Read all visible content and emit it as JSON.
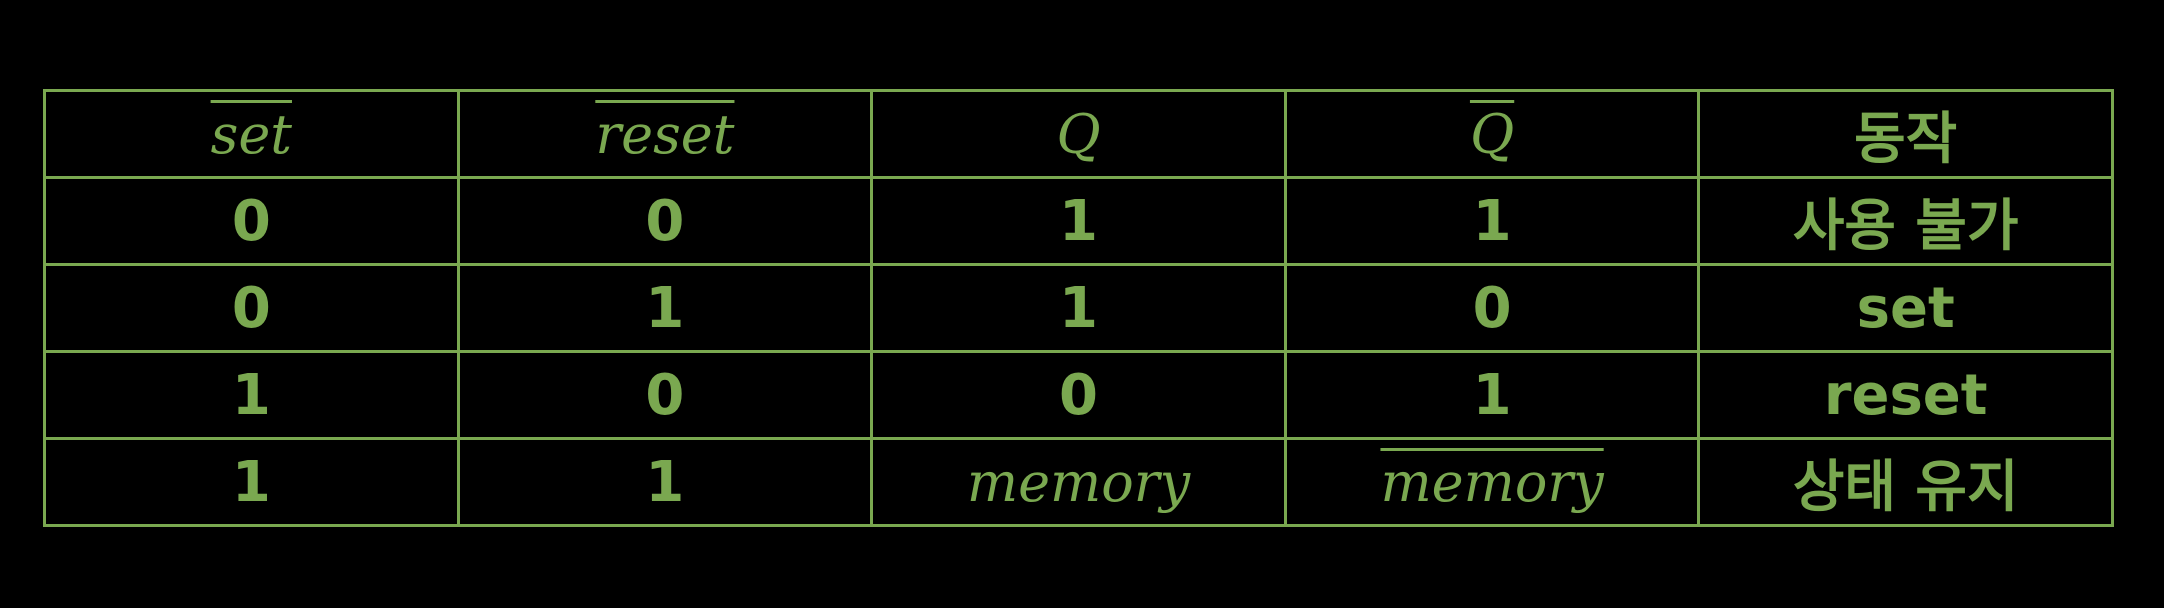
{
  "table": {
    "headers": [
      {
        "text": "set",
        "math": true,
        "overline": true
      },
      {
        "text": "reset",
        "math": true,
        "overline": true
      },
      {
        "text": "Q",
        "math": true,
        "overline": false
      },
      {
        "text": "Q",
        "math": true,
        "overline": true
      },
      {
        "text": "동작",
        "math": false,
        "overline": false
      }
    ],
    "rows": [
      [
        {
          "text": "0"
        },
        {
          "text": "0"
        },
        {
          "text": "1"
        },
        {
          "text": "1"
        },
        {
          "text": "사용 불가"
        }
      ],
      [
        {
          "text": "0"
        },
        {
          "text": "1"
        },
        {
          "text": "1"
        },
        {
          "text": "0"
        },
        {
          "text": "set"
        }
      ],
      [
        {
          "text": "1"
        },
        {
          "text": "0"
        },
        {
          "text": "0"
        },
        {
          "text": "1"
        },
        {
          "text": "reset"
        }
      ],
      [
        {
          "text": "1"
        },
        {
          "text": "1"
        },
        {
          "text": "memory",
          "math": true,
          "overline": false
        },
        {
          "text": "memory",
          "math": true,
          "overline": true
        },
        {
          "text": "상태 유지"
        }
      ]
    ]
  },
  "colors": {
    "background": "#000000",
    "foreground": "#7aa850"
  }
}
